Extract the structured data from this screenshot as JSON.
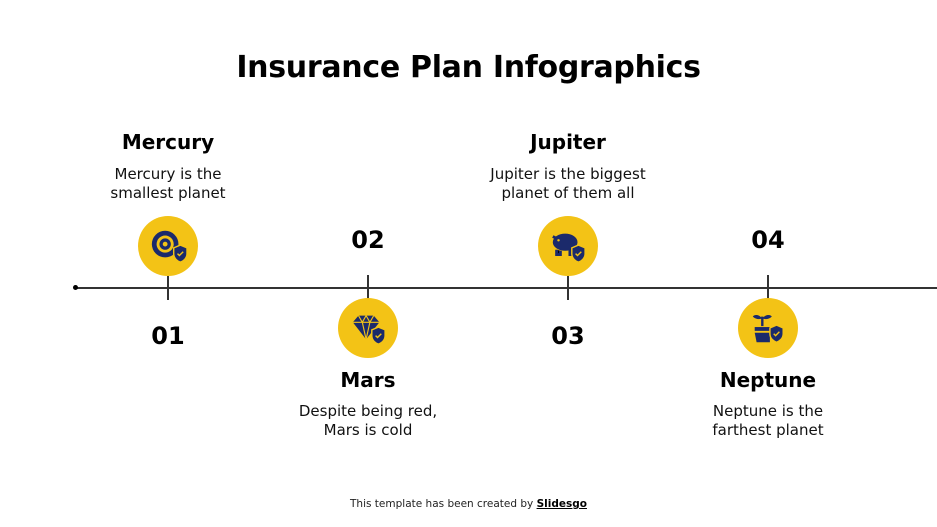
{
  "title": "Insurance Plan Infographics",
  "colors": {
    "accent": "#f3c316",
    "icon": "#1b2a6b",
    "line": "#333333"
  },
  "steps": [
    {
      "number": "01",
      "heading": "Mercury",
      "desc_line1": "Mercury is the",
      "desc_line2": "smallest planet",
      "icon": "gauge-shield-icon"
    },
    {
      "number": "02",
      "heading": "Mars",
      "desc_line1": "Despite being red,",
      "desc_line2": "Mars is cold",
      "icon": "diamond-shield-icon"
    },
    {
      "number": "03",
      "heading": "Jupiter",
      "desc_line1": "Jupiter is the biggest",
      "desc_line2": "planet of them all",
      "icon": "piggy-bank-shield-icon"
    },
    {
      "number": "04",
      "heading": "Neptune",
      "desc_line1": "Neptune is the",
      "desc_line2": "farthest planet",
      "icon": "plant-shield-icon"
    }
  ],
  "footer": {
    "text": "This template has been created by ",
    "link": "Slidesgo"
  }
}
